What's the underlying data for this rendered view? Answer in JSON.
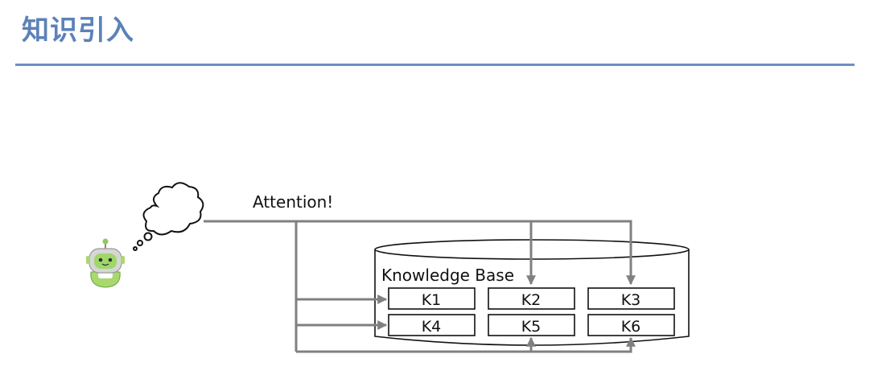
{
  "slide": {
    "title": "知识引入"
  },
  "diagram": {
    "attention_label": "Attention!",
    "knowledge_base_label": "Knowledge Base",
    "knowledge_items": [
      "K1",
      "K2",
      "K3",
      "K4",
      "K5",
      "K6"
    ],
    "arrow_color": "#808080",
    "title_color": "#5b82b8",
    "agent_icon": "robot-icon",
    "thought_icon": "thought-bubble-icon"
  }
}
